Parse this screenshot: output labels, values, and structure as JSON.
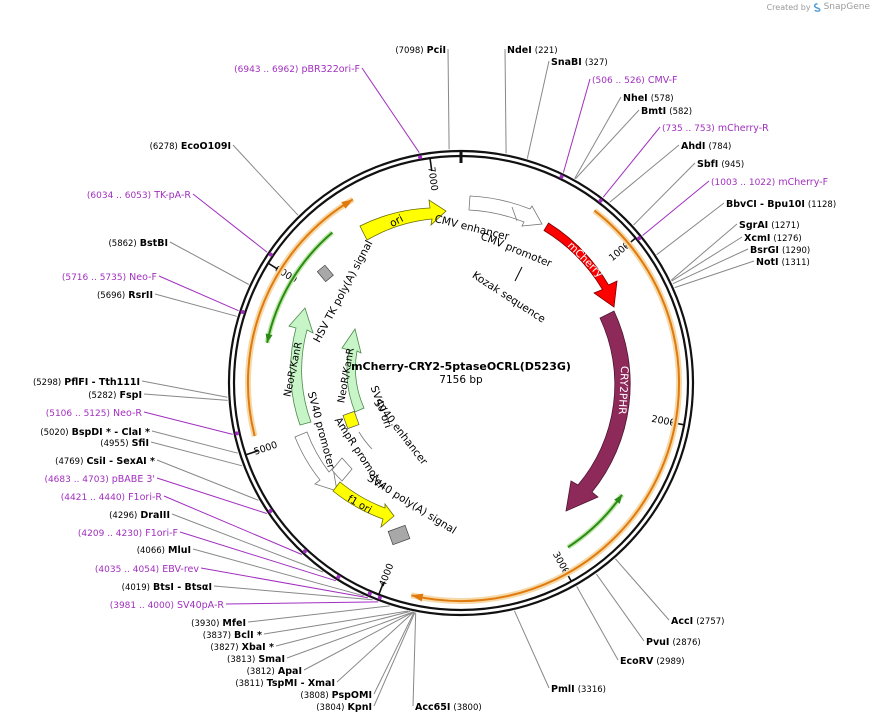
{
  "credit": {
    "prefix": "Created by",
    "brand": "SnapGene",
    "logo_icon": "snapgene-logo-icon"
  },
  "plasmid": {
    "name": "mCherry-CRY2-5ptaseOCRL(D523G)",
    "length_label": "7156 bp",
    "length": 7156
  },
  "colors": {
    "enzyme_text": "#000000",
    "primer_text": "#a12fbf",
    "backbone": "#111111",
    "mcherry": "#ff0000",
    "cry2": "#8e2a5a",
    "ori": "#ffff00",
    "neo": "#c8f5c8",
    "orange": "#e07a0c",
    "green": "#2a8a16",
    "gray_box": "#a8a8a8"
  },
  "ticks": [
    {
      "bp": 1000,
      "label": "1000"
    },
    {
      "bp": 2000,
      "label": "2000"
    },
    {
      "bp": 3000,
      "label": "3000"
    },
    {
      "bp": 4000,
      "label": "4000"
    },
    {
      "bp": 5000,
      "label": "5000"
    },
    {
      "bp": 6000,
      "label": "6000"
    },
    {
      "bp": 7000,
      "label": "7000"
    }
  ],
  "sites": [
    {
      "kind": "enzyme",
      "pos": 7098,
      "name": "PciI",
      "pos_label": "(7098)"
    },
    {
      "kind": "enzyme",
      "pos": 221,
      "name": "NdeI",
      "pos_label": "(221)"
    },
    {
      "kind": "enzyme",
      "pos": 327,
      "name": "SnaBI",
      "pos_label": "(327)"
    },
    {
      "kind": "primer",
      "pos": 516,
      "name": "CMV-F",
      "pos_label": "(506 .. 526)"
    },
    {
      "kind": "enzyme",
      "pos": 578,
      "name": "NheI",
      "pos_label": "(578)"
    },
    {
      "kind": "enzyme",
      "pos": 582,
      "name": "BmtI",
      "pos_label": "(582)"
    },
    {
      "kind": "primer",
      "pos": 744,
      "name": "mCherry-R",
      "pos_label": "(735 .. 753)"
    },
    {
      "kind": "enzyme",
      "pos": 784,
      "name": "AhdI",
      "pos_label": "(784)"
    },
    {
      "kind": "enzyme",
      "pos": 945,
      "name": "SbfI",
      "pos_label": "(945)"
    },
    {
      "kind": "primer",
      "pos": 1012,
      "name": "mCherry-F",
      "pos_label": "(1003 .. 1022)"
    },
    {
      "kind": "enzyme",
      "pos": 1128,
      "name": "BbvCI - Bpu10I",
      "pos_label": "(1128)"
    },
    {
      "kind": "enzyme",
      "pos": 1271,
      "name": "SgrAI",
      "pos_label": "(1271)"
    },
    {
      "kind": "enzyme",
      "pos": 1276,
      "name": "XcmI",
      "pos_label": "(1276)"
    },
    {
      "kind": "enzyme",
      "pos": 1290,
      "name": "BsrGI",
      "pos_label": "(1290)"
    },
    {
      "kind": "enzyme",
      "pos": 1311,
      "name": "NotI",
      "pos_label": "(1311)"
    },
    {
      "kind": "enzyme",
      "pos": 2757,
      "name": "AccI",
      "pos_label": "(2757)"
    },
    {
      "kind": "enzyme",
      "pos": 2876,
      "name": "PvuI",
      "pos_label": "(2876)"
    },
    {
      "kind": "enzyme",
      "pos": 2989,
      "name": "EcoRV",
      "pos_label": "(2989)"
    },
    {
      "kind": "enzyme",
      "pos": 3316,
      "name": "PmlI",
      "pos_label": "(3316)"
    },
    {
      "kind": "enzyme",
      "pos": 3800,
      "name": "Acc65I",
      "pos_label": "(3800)"
    },
    {
      "kind": "enzyme",
      "pos": 3804,
      "name": "KpnI",
      "pos_label": "(3804)"
    },
    {
      "kind": "enzyme",
      "pos": 3808,
      "name": "PspOMI",
      "pos_label": "(3808)"
    },
    {
      "kind": "enzyme",
      "pos": 3811,
      "name": "TspMI - XmaI",
      "pos_label": "(3811)"
    },
    {
      "kind": "enzyme",
      "pos": 3812,
      "name": "ApaI",
      "pos_label": "(3812)"
    },
    {
      "kind": "enzyme",
      "pos": 3813,
      "name": "SmaI",
      "pos_label": "(3813)"
    },
    {
      "kind": "enzyme",
      "pos": 3827,
      "name": "XbaI *",
      "pos_label": "(3827)"
    },
    {
      "kind": "enzyme",
      "pos": 3837,
      "name": "BclI *",
      "pos_label": "(3837)"
    },
    {
      "kind": "enzyme",
      "pos": 3930,
      "name": "MfeI",
      "pos_label": "(3930)"
    },
    {
      "kind": "primer",
      "pos": 3990,
      "name": "SV40pA-R",
      "pos_label": "(3981 .. 4000)"
    },
    {
      "kind": "enzyme",
      "pos": 4019,
      "name": "BtsI - BtsαI",
      "pos_label": "(4019)"
    },
    {
      "kind": "primer",
      "pos": 4044,
      "name": "EBV-rev",
      "pos_label": "(4035 .. 4054)"
    },
    {
      "kind": "enzyme",
      "pos": 4066,
      "name": "MluI",
      "pos_label": "(4066)"
    },
    {
      "kind": "primer",
      "pos": 4220,
      "name": "F1ori-F",
      "pos_label": "(4209 .. 4230)"
    },
    {
      "kind": "enzyme",
      "pos": 4296,
      "name": "DraIII",
      "pos_label": "(4296)"
    },
    {
      "kind": "primer",
      "pos": 4430,
      "name": "F1ori-R",
      "pos_label": "(4421 .. 4440)"
    },
    {
      "kind": "primer",
      "pos": 4693,
      "name": "pBABE 3'",
      "pos_label": "(4683 .. 4703)"
    },
    {
      "kind": "enzyme",
      "pos": 4769,
      "name": "CsiI - SexAI *",
      "pos_label": "(4769)"
    },
    {
      "kind": "enzyme",
      "pos": 4955,
      "name": "SfiI",
      "pos_label": "(4955)"
    },
    {
      "kind": "enzyme",
      "pos": 5020,
      "name": "BspDI * - ClaI *",
      "pos_label": "(5020)"
    },
    {
      "kind": "primer",
      "pos": 5115,
      "name": "Neo-R",
      "pos_label": "(5106 .. 5125)"
    },
    {
      "kind": "enzyme",
      "pos": 5282,
      "name": "FspI",
      "pos_label": "(5282)"
    },
    {
      "kind": "enzyme",
      "pos": 5298,
      "name": "PflFI - Tth111I",
      "pos_label": "(5298)"
    },
    {
      "kind": "enzyme",
      "pos": 5696,
      "name": "RsrII",
      "pos_label": "(5696)"
    },
    {
      "kind": "primer",
      "pos": 5725,
      "name": "Neo-F",
      "pos_label": "(5716 .. 5735)"
    },
    {
      "kind": "enzyme",
      "pos": 5862,
      "name": "BstBI",
      "pos_label": "(5862)"
    },
    {
      "kind": "primer",
      "pos": 6043,
      "name": "TK-pA-R",
      "pos_label": "(6034 .. 6053)"
    },
    {
      "kind": "enzyme",
      "pos": 6278,
      "name": "EcoO109I",
      "pos_label": "(6278)"
    },
    {
      "kind": "primer",
      "pos": 6952,
      "name": "pBR322ori-F",
      "pos_label": "(6943 .. 6962)"
    }
  ],
  "features": [
    {
      "id": "mcherry",
      "label": "mCherry",
      "color": "#ff0000",
      "text_color": "#ffffff"
    },
    {
      "id": "cry2",
      "label": "CRY2PHR",
      "color": "#8e2a5a",
      "text_color": "#ffffff"
    },
    {
      "id": "ori",
      "label": "ori",
      "color": "#ffff00",
      "text_color": "#000000"
    },
    {
      "id": "neo-outer",
      "label": "NeoR/KanR",
      "color": "#c8f5c8",
      "text_color": "#000000"
    },
    {
      "id": "neo-inner",
      "label": "NeoR/KanR",
      "color": "#c8f5c8",
      "text_color": "#000000"
    },
    {
      "id": "f1ori",
      "label": "f1 ori",
      "color": "#ffff00",
      "text_color": "#000000"
    }
  ],
  "feature_labels": {
    "cmv_enhancer": "CMV enhancer",
    "cmv_promoter": "CMV promoter",
    "kozak": "Kozak sequence",
    "hsv_tk": "HSV TK poly(A) signal",
    "sv40_ori": "SV40 ori",
    "sv40_enhancer": "SV40 enhancer",
    "sv40_promoter_left": "SV40 promoter",
    "ampr_promoter": "AmpR promoter",
    "sv40_polya": "SV40 poly(A) signal"
  }
}
